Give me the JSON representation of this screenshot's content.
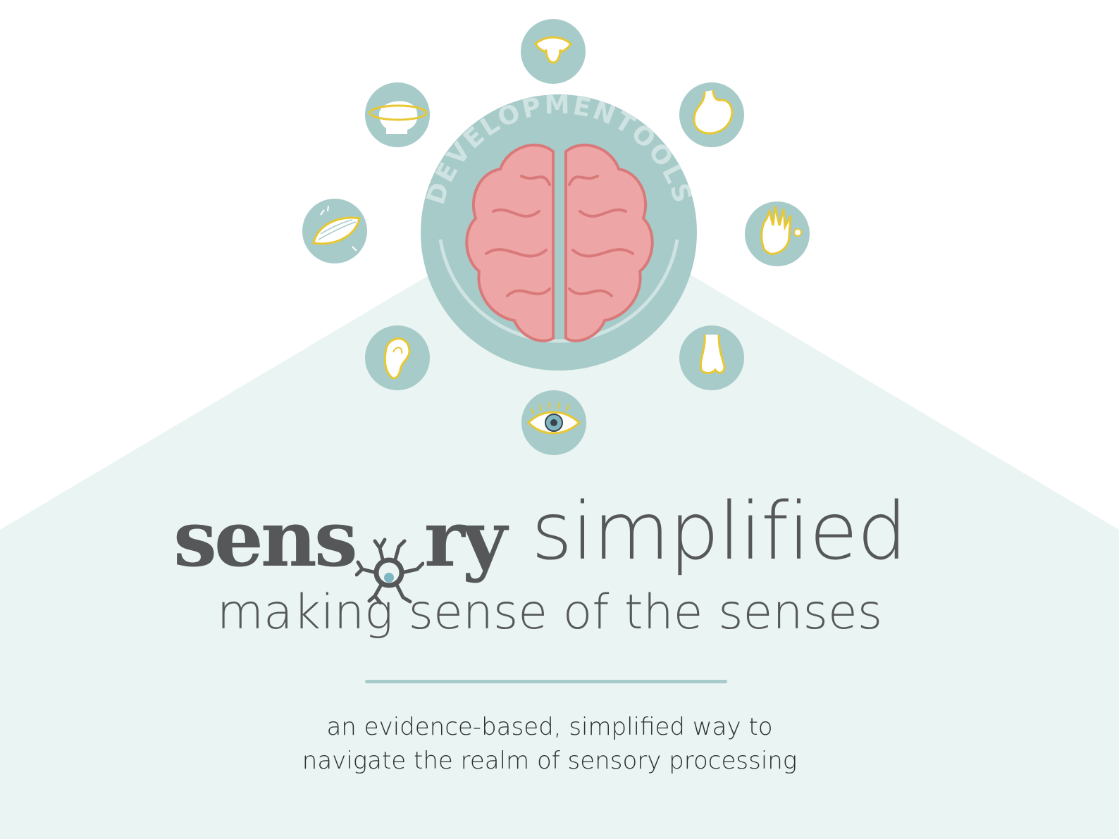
{
  "logo": {
    "ring_text": "DEVELOPMENTOOLS"
  },
  "senses": [
    {
      "name": "taste-icon"
    },
    {
      "name": "interoception-stomach-icon"
    },
    {
      "name": "touch-hand-icon"
    },
    {
      "name": "smell-nose-icon"
    },
    {
      "name": "vision-eye-icon"
    },
    {
      "name": "hearing-ear-icon"
    },
    {
      "name": "proprioception-muscle-icon"
    },
    {
      "name": "vestibular-head-icon"
    }
  ],
  "title": {
    "sensory_part1": "sens",
    "sensory_part2": "ry",
    "simplified": "simplified"
  },
  "tagline": "making sense of the senses",
  "description": {
    "line1": "an evidence-based, simplified way to",
    "line2": "navigate the realm of sensory processing"
  },
  "colors": {
    "background_top": "#ffffff",
    "background_triangle": "#eaf4f3",
    "circle_fill": "#a7cbc9",
    "icon_outline": "#e8c832",
    "brain_fill": "#eea5a5",
    "brain_outline": "#d97a7a",
    "text_dark": "#555758"
  }
}
